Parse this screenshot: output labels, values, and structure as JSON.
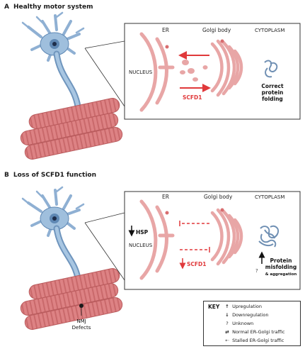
{
  "panel_a": {
    "letter": "A",
    "title": "Healthy motor system",
    "labels": {
      "er": "ER",
      "golgi": "Golgi body",
      "cytoplasm": "CYTOPLASM",
      "nucleus": "NUCLEUS",
      "scfd1": "SCFD1",
      "outcome_line1": "Correct",
      "outcome_line2": "protein",
      "outcome_line3": "folding"
    }
  },
  "panel_b": {
    "letter": "B",
    "title": "Loss of SCFD1 function",
    "labels": {
      "er": "ER",
      "golgi": "Golgi body",
      "cytoplasm": "CYTOPLASM",
      "nucleus": "NUCLEUS",
      "hsp": "HSP",
      "scfd1": "SCFD1",
      "unknown_mark": "?",
      "outcome_line1": "Protein",
      "outcome_line2": "misfolding",
      "outcome_line3": "& aggregation",
      "nmj_line1": "NMJ",
      "nmj_line2": "Defects"
    }
  },
  "key": {
    "title": "KEY",
    "items": [
      {
        "symbol": "↑",
        "label": "Upregulation"
      },
      {
        "symbol": "↓",
        "label": "Downregulation"
      },
      {
        "symbol": "?",
        "label": "Unknown"
      },
      {
        "symbol": "⇄",
        "label": "Normal ER-Golgi traffic"
      },
      {
        "symbol": "⇠",
        "label": "Stalled ER-Golgi traffic"
      }
    ]
  },
  "colors": {
    "neuron": "#9fbfdd",
    "neuron_dark": "#5f88b4",
    "muscle": "#d9787a",
    "muscle_light": "#eaa3a4",
    "organelle": "#e8a6a6",
    "arrow_red": "#e0393b",
    "protein": "#6f8fb3"
  }
}
